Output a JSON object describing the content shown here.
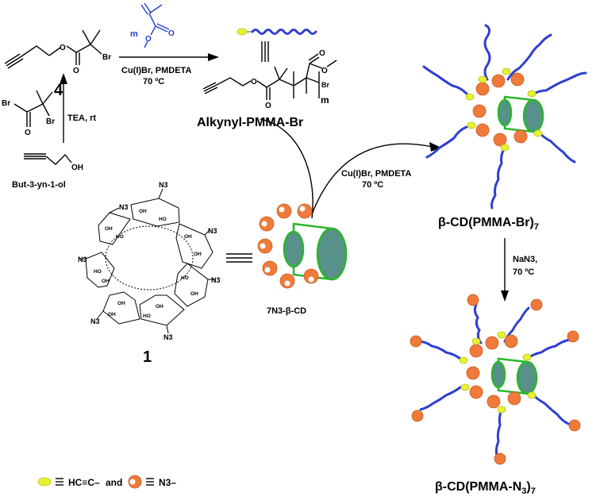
{
  "compound_4": {
    "number": "4",
    "br": "Br"
  },
  "step1": {
    "reagent": "TEA, rt"
  },
  "bromide": {
    "br1": "Br",
    "br2": "Br",
    "o": "O"
  },
  "butynol": {
    "oh": "OH",
    "name": "But-3-yn-1-ol"
  },
  "monomer": {
    "m": "m",
    "o": "O",
    "o2": "O"
  },
  "step2": {
    "line1": "Cu(I)Br, PMDETA",
    "line2": "70 ºC"
  },
  "alkynyl": {
    "name": "Alkynyl-PMMA-Br",
    "br": "Br",
    "m": "m"
  },
  "step3": {
    "line1": "Cu(I)Br, PMDETA",
    "line2": "70 ºC"
  },
  "cd_structure": {
    "number": "1",
    "azide_labels": [
      "N3",
      "N3",
      "N3",
      "N3",
      "N3",
      "N3",
      "N3"
    ],
    "oh_labels": [
      "OH",
      "HO",
      "OH",
      "OH",
      "HO",
      "OH",
      "OH",
      "HO",
      "OH",
      "OH",
      "HO",
      "OH",
      "OH",
      "HO"
    ]
  },
  "n3cd": {
    "name": "7N3-β-CD"
  },
  "product_br": {
    "name_main": "β-CD(PMMA-Br)",
    "sub": "7"
  },
  "step4": {
    "line1": "NaN3,",
    "line2": "70 ºC"
  },
  "product_n3": {
    "name_main": "β-CD(PMMA-N",
    "sub1": "3",
    "close": ")",
    "sub2": "7"
  },
  "legend": {
    "alkyne_text": "HC≡C–",
    "and_text": "and",
    "azide_text": "N3–"
  },
  "colors": {
    "chain": "#2f3fd0",
    "alkyne": "#e8f232",
    "azide": "#f07a3a",
    "cd_ring": "#2bb52b",
    "cd_fill": "#58908a",
    "monomer": "#2340c8"
  }
}
